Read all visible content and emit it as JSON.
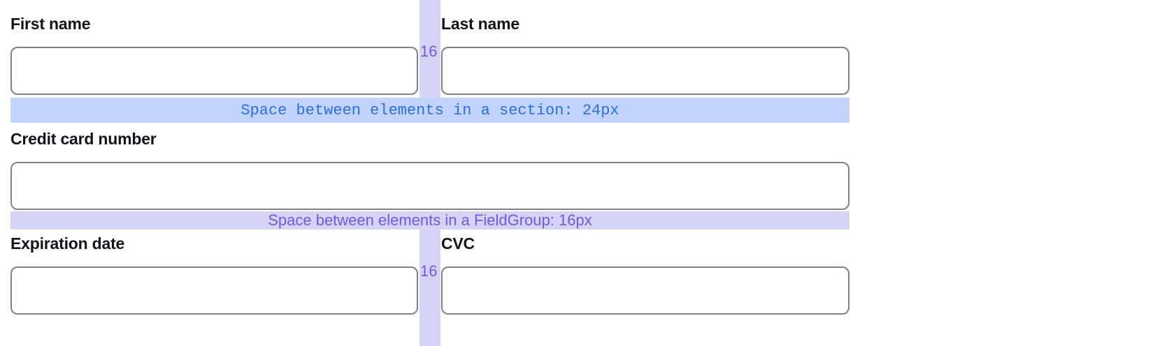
{
  "form": {
    "rows": [
      {
        "id": "name-row",
        "fields": [
          {
            "name": "first-name",
            "label": "First name",
            "value": "",
            "placeholder": ""
          },
          {
            "name": "last-name",
            "label": "Last name",
            "value": "",
            "placeholder": ""
          }
        ],
        "gap_label": "16"
      },
      {
        "id": "credit-card-row",
        "fields": [
          {
            "name": "credit-card-number",
            "label": "Credit card number",
            "value": "",
            "placeholder": ""
          }
        ],
        "gap_label": ""
      },
      {
        "id": "expiry-cvc-row",
        "fields": [
          {
            "name": "expiration-date",
            "label": "Expiration date",
            "value": "",
            "placeholder": ""
          },
          {
            "name": "cvc",
            "label": "CVC",
            "value": "",
            "placeholder": ""
          }
        ],
        "gap_label": "16"
      }
    ]
  },
  "annotations": {
    "section_band": {
      "text": "Space between elements in a section: 24px",
      "value": "24px",
      "band_color": "#c2d4fb",
      "text_color": "#2c6ef0"
    },
    "fieldgroup_band": {
      "text": "Space between elements in a FieldGroup: 16px",
      "value": "16px",
      "band_color": "#d5d3f6",
      "text_color": "#6b5ce8"
    },
    "column_gap": {
      "top_label": "16",
      "bottom_label": "16",
      "color": "#d5d3f6",
      "text_color": "#6b5ce8"
    }
  },
  "colors": {
    "page_background": "#ffffff",
    "input_border": "#7f828c",
    "input_background": "#ffffff",
    "label_text": "#11141a",
    "section_accent": "#2c6ef0",
    "fieldgroup_accent": "#6b5ce8"
  }
}
